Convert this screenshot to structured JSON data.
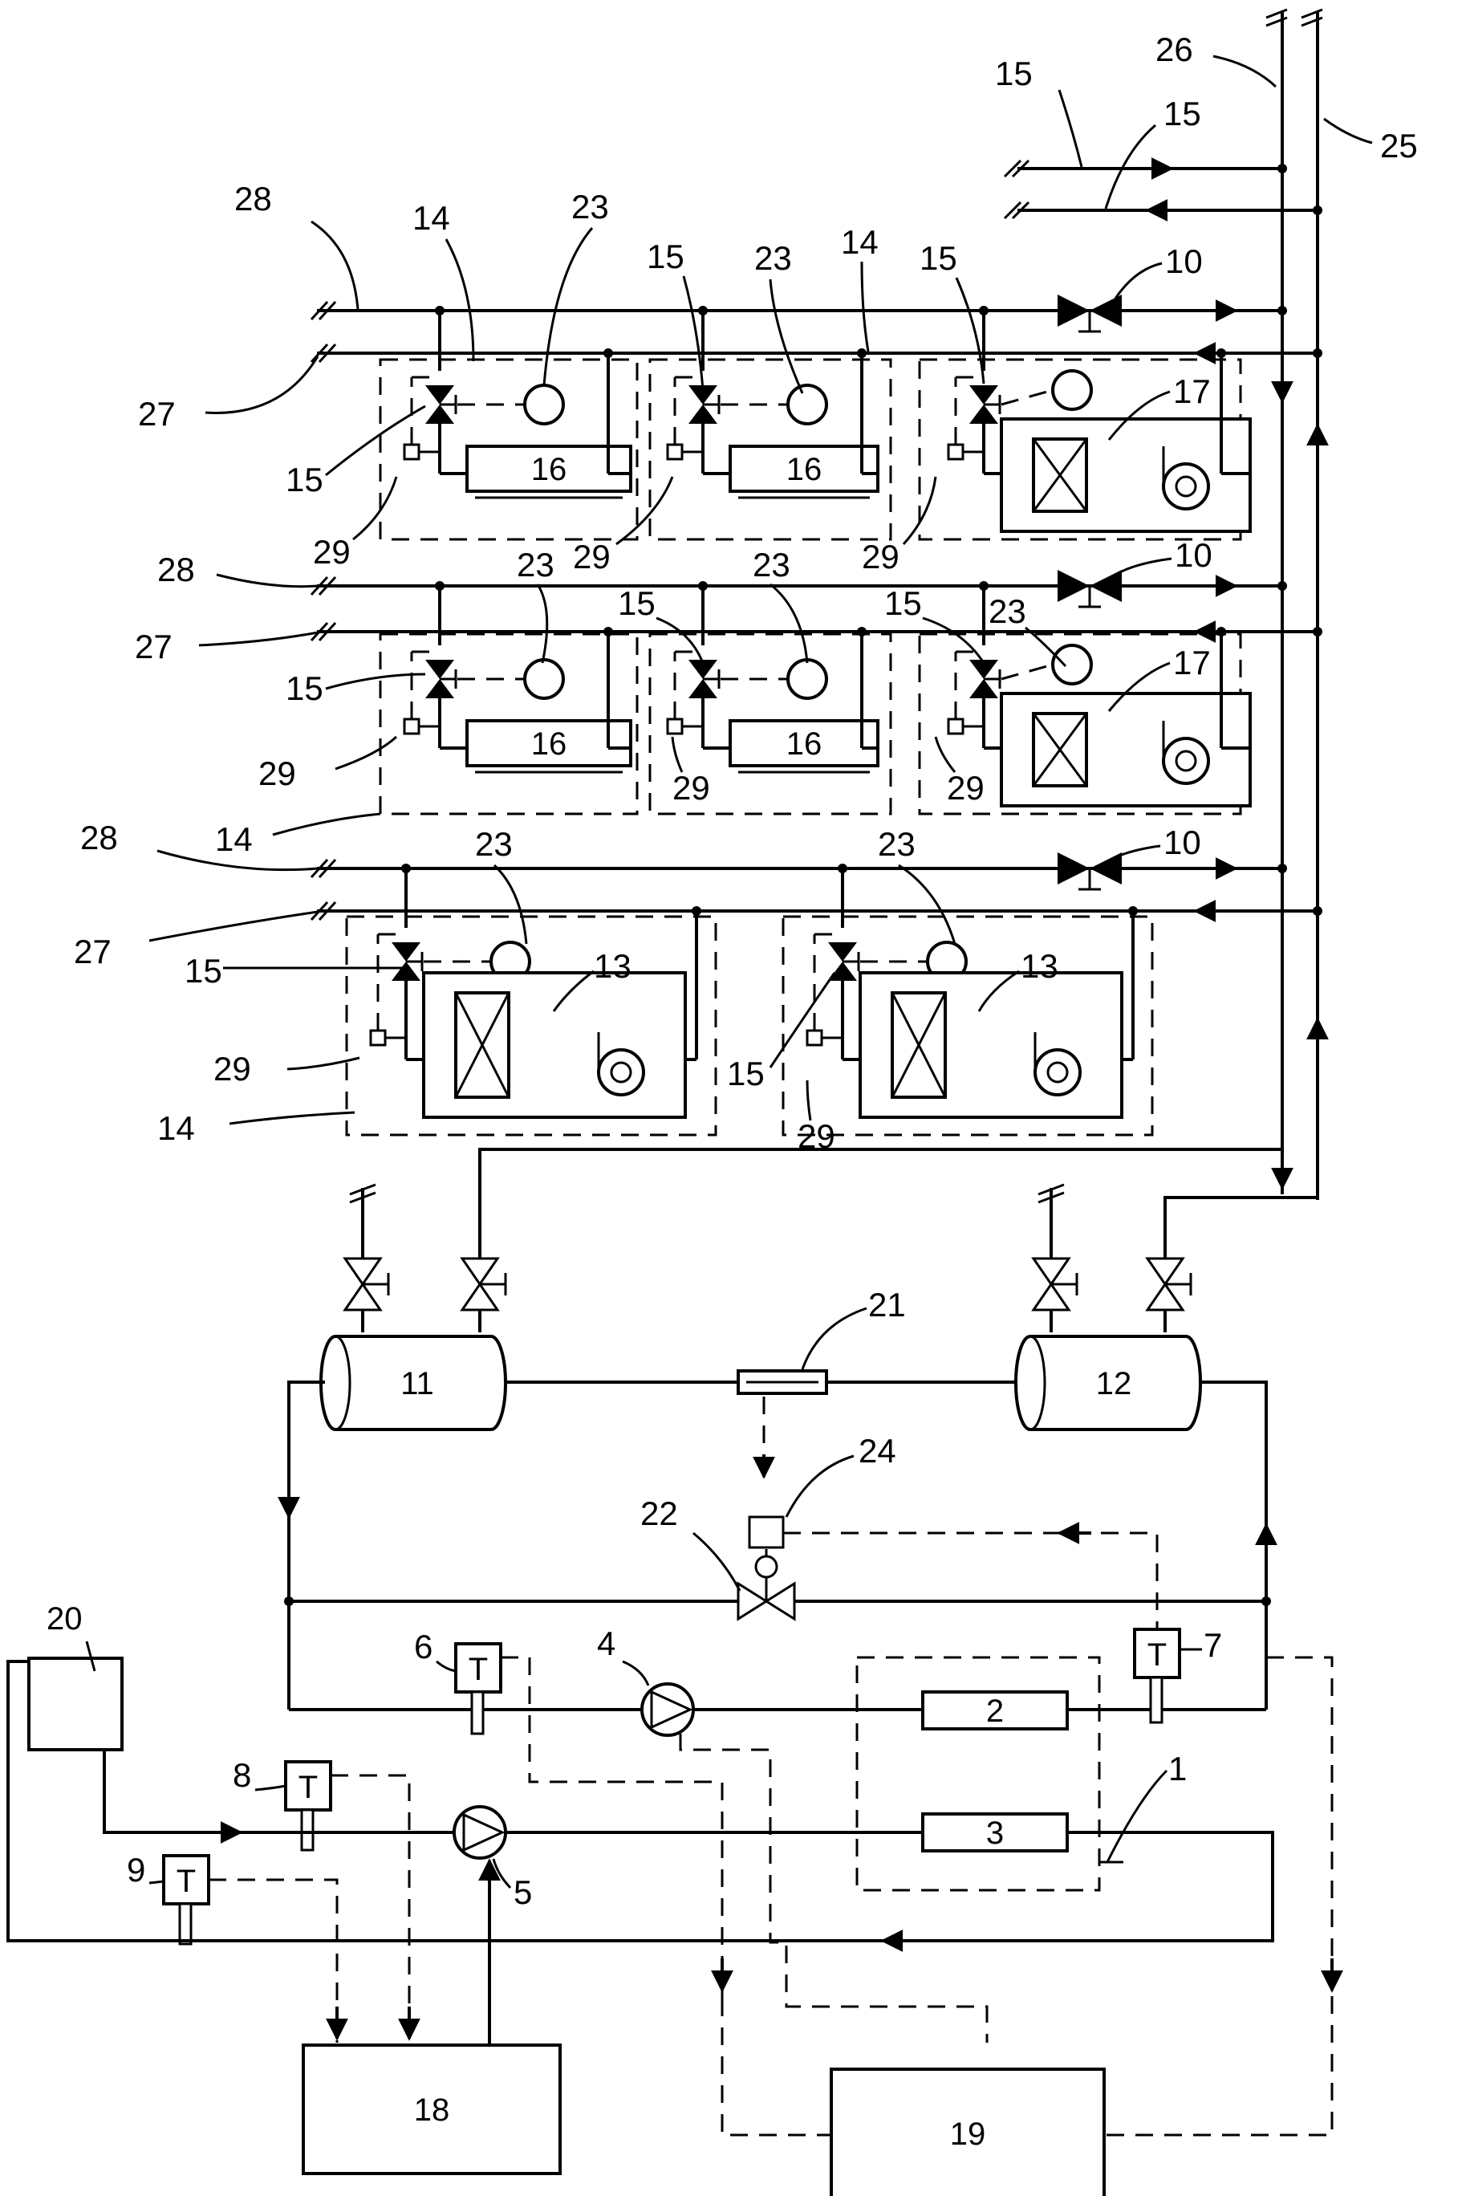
{
  "labels": {
    "n1": "1",
    "n2": "2",
    "n3": "3",
    "n4": "4",
    "n5": "5",
    "n6": "6",
    "n7": "7",
    "n8": "8",
    "n9": "9",
    "n10": "10",
    "n11": "11",
    "n12": "12",
    "n13": "13",
    "n14": "14",
    "n15": "15",
    "n16": "16",
    "n17": "17",
    "n18": "18",
    "n19": "19",
    "n20": "20",
    "n21": "21",
    "n22": "22",
    "n23": "23",
    "n24": "24",
    "n25": "25",
    "n26": "26",
    "n27": "27",
    "n28": "28",
    "n29": "29",
    "t": "T"
  }
}
